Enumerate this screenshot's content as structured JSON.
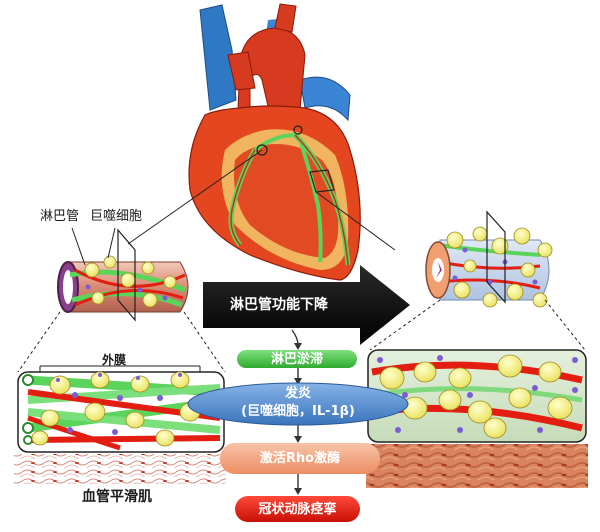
{
  "labels": {
    "lymph_vessel": "淋巴管",
    "macrophage": "巨噬细胞",
    "adventitia": "外膜",
    "vascular_smooth_muscle": "血管平滑肌",
    "arrow_text": "淋巴管功能下降"
  },
  "flow": {
    "step1": "淋巴淤滞",
    "step2_line1": "发炎",
    "step2_line2": "(巨噬细胞，IL-1β)",
    "step3": "激活Rho激酶",
    "step4": "冠状动脉痉挛"
  },
  "colors": {
    "green_pill": "#3fbf3f",
    "blue_ellipse": "#4a86c8",
    "orange_pill": "#f4a07a",
    "red_pill": "#e31e10",
    "big_arrow": "#000000",
    "right_panel_bg": "#d9ead3",
    "heart_red": "#d63a1f",
    "aorta_blue": "#2f78c4",
    "lymph_green": "#5bd45b"
  }
}
